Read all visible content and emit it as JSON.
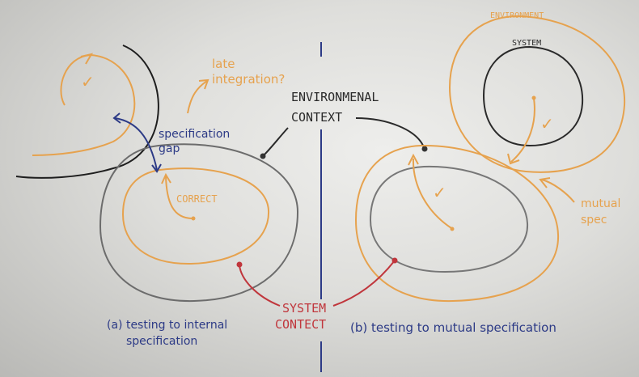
{
  "labels": {
    "late_integration_line1": "late",
    "late_integration_line2": "integration?",
    "environmental_context_line1": "ENVIRONMENAL",
    "environmental_context_line2": "CONTEXT",
    "specification_gap_line1": "specification",
    "specification_gap_line2": "gap",
    "correct": "CORRECT",
    "system_context_line1": "SYSTEM",
    "system_context_line2": "CONTECT",
    "environment": "ENVIRONMENT",
    "system": "SYSTEM",
    "mutual_spec_line1": "mutual",
    "mutual_spec_line2": "spec",
    "caption_a_line1": "(a) testing to internal",
    "caption_a_line2": "specification",
    "caption_b": "(b) testing to mutual specification"
  },
  "checkmarks": [
    "✓",
    "✓",
    "✓"
  ],
  "colors": {
    "orange": "#e6a24e",
    "dark": "#2f2f2f",
    "grey": "#707070",
    "navy": "#2c3a86",
    "red": "#c0363c"
  }
}
